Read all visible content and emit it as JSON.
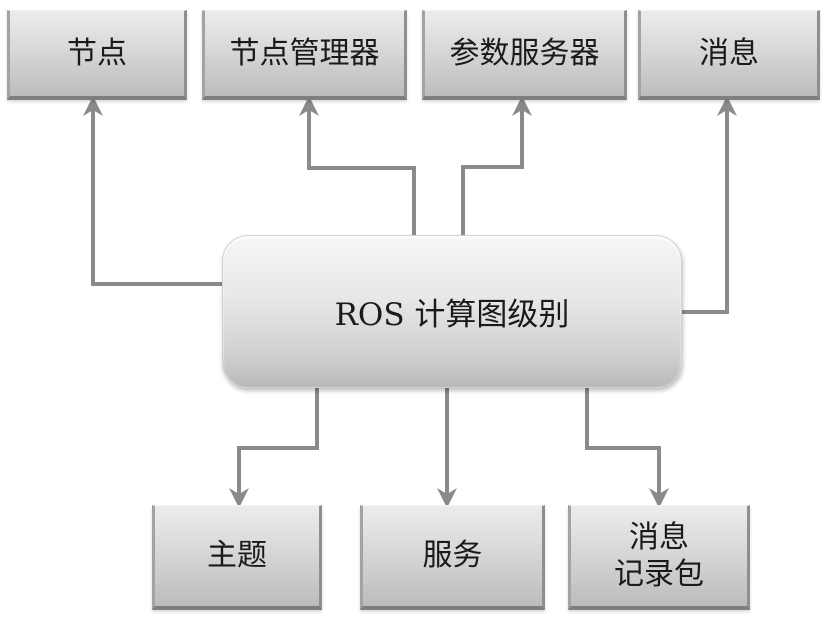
{
  "diagram": {
    "center": {
      "label": "ROS 计算图级别"
    },
    "top_nodes": [
      {
        "id": "node",
        "label": "节点"
      },
      {
        "id": "master",
        "label": "节点管理器"
      },
      {
        "id": "param-server",
        "label": "参数服务器"
      },
      {
        "id": "message",
        "label": "消息"
      }
    ],
    "bottom_nodes": [
      {
        "id": "topic",
        "label": "主题"
      },
      {
        "id": "service",
        "label": "服务"
      },
      {
        "id": "bag",
        "label_line1": "消息",
        "label_line2": "记录包"
      }
    ],
    "edges": [
      {
        "from": "center",
        "to": "node"
      },
      {
        "from": "center",
        "to": "master"
      },
      {
        "from": "center",
        "to": "param-server"
      },
      {
        "from": "center",
        "to": "message"
      },
      {
        "from": "center",
        "to": "topic"
      },
      {
        "from": "center",
        "to": "service"
      },
      {
        "from": "center",
        "to": "bag"
      }
    ],
    "colors": {
      "connector": "#8a8a8a",
      "text": "#1a1a1a"
    }
  }
}
